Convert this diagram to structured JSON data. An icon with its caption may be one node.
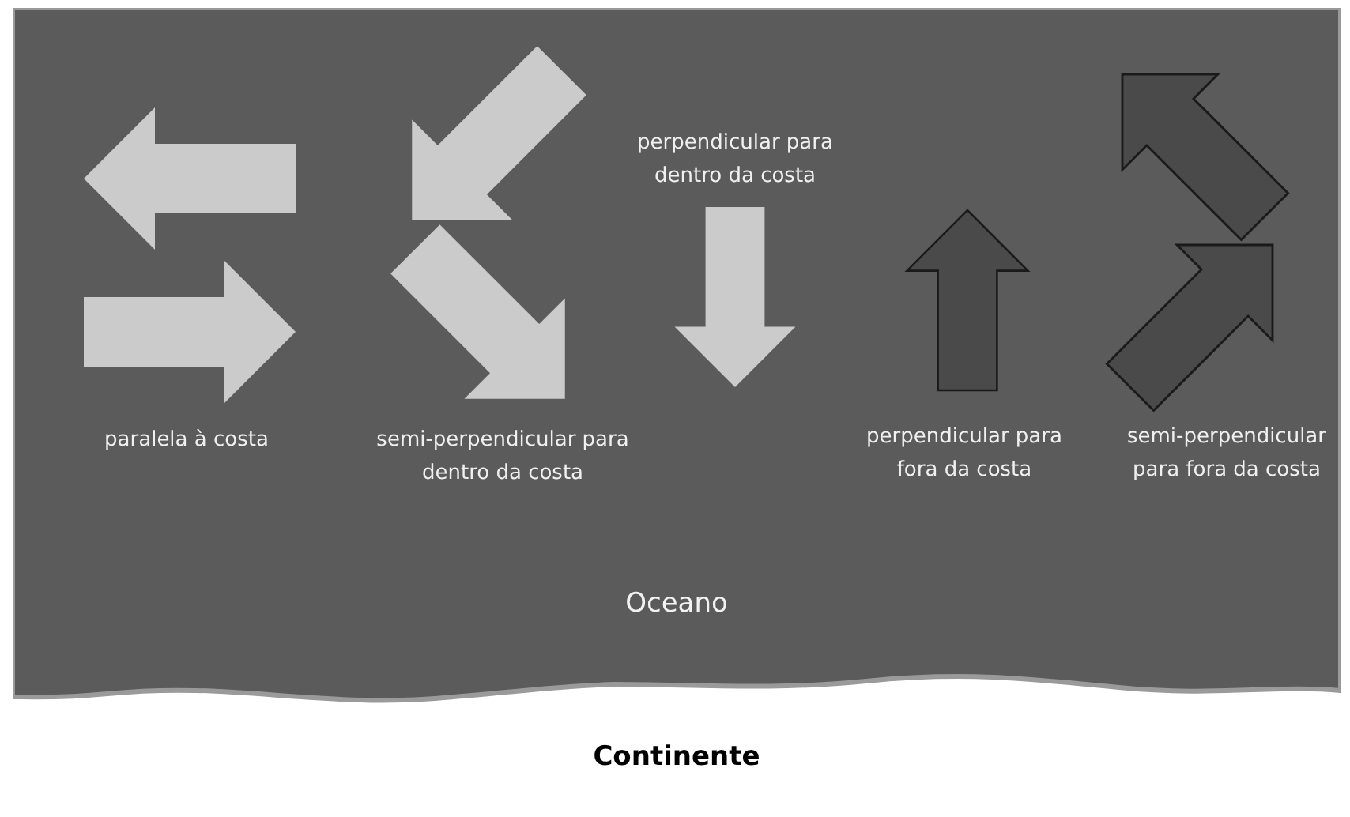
{
  "diagram": {
    "nodes": [
      {
        "text": [
          "Oceano"
        ]
      },
      {
        "text": [
          "Continente"
        ]
      }
    ],
    "labels": [
      "perpendicular para dentro da costa",
      "paralela à costa",
      "semi-perpendicular para dentro da costa",
      "perpendicular para fora da costa",
      "semi-perpendicular para fora da costa"
    ]
  }
}
